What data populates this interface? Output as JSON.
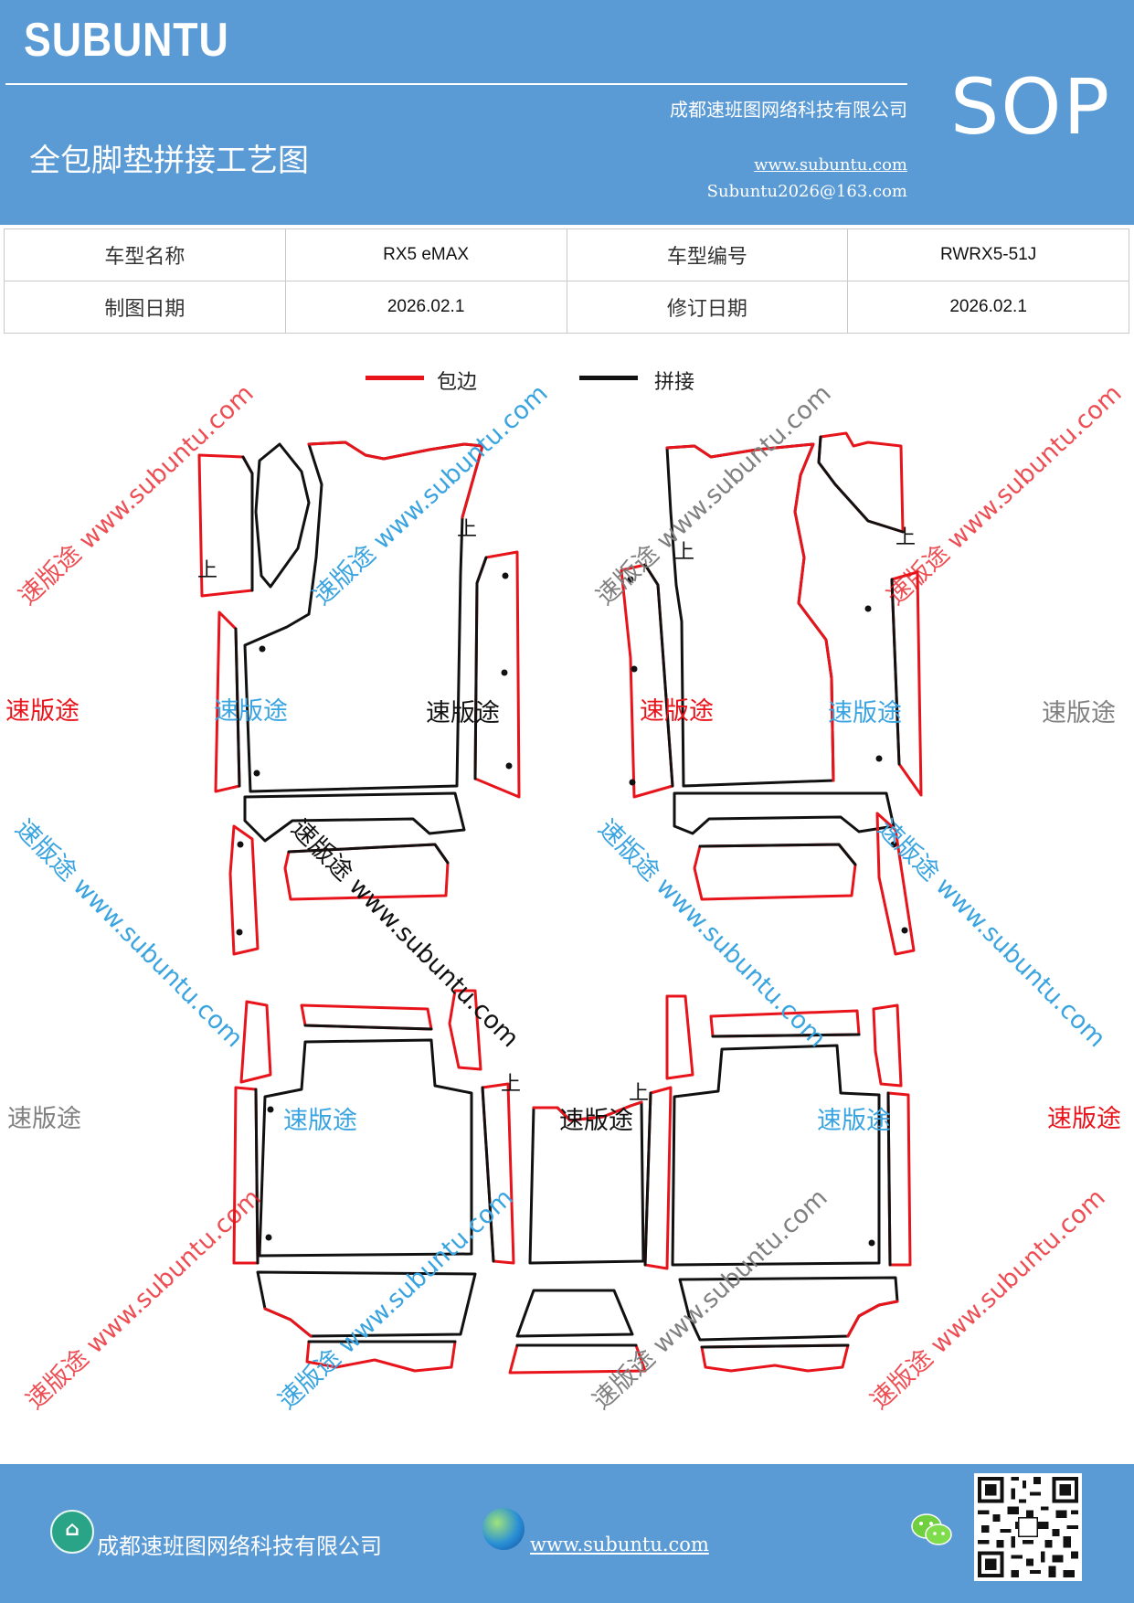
{
  "header": {
    "brand": "SUBUNTU",
    "company": "成都速班图网络科技有限公司",
    "title": "全包脚垫拼接工艺图",
    "website": "www.subuntu.com",
    "email": "Subuntu2026@163.com",
    "doc_type": "SOP"
  },
  "info_table": {
    "rows": [
      {
        "label1": "车型名称",
        "value1": "RX5 eMAX",
        "label2": "车型编号",
        "value2": "RWRX5-51J"
      },
      {
        "label1": "制图日期",
        "value1": "2026.02.1",
        "label2": "修订日期",
        "value2": "2026.02.1"
      }
    ]
  },
  "legend": {
    "red_label": "包边",
    "black_label": "拼接",
    "red_color": "#e8141b",
    "black_color": "#111111"
  },
  "pattern": {
    "up_mark": "上"
  },
  "watermark": {
    "brand": "速版途",
    "diagonal": "速版途 www.subuntu.com",
    "colors": [
      "#e8141b",
      "#3aa4e0",
      "#111111",
      "#808080"
    ]
  },
  "footer": {
    "company": "成都速班图网络科技有限公司",
    "website": "www.subuntu.com ",
    "icons": [
      "building-icon",
      "globe-icon",
      "wechat-icon",
      "qr-code"
    ]
  }
}
